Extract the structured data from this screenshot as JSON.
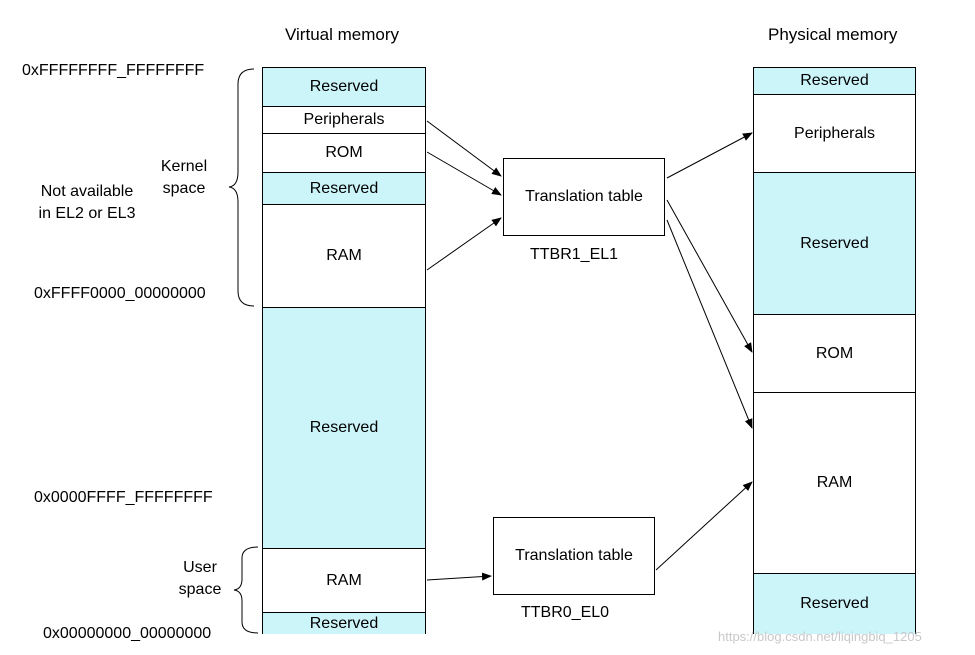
{
  "titles": {
    "virtual": "Virtual memory",
    "physical": "Physical memory"
  },
  "addresses": {
    "top": "0xFFFFFFFF_FFFFFFFF",
    "kernel_base": "0xFFFF0000_00000000",
    "user_top": "0x0000FFFF_FFFFFFFF",
    "bottom": "0x00000000_00000000"
  },
  "labels": {
    "not_available_line1": "Not available",
    "not_available_line2": "in EL2 or EL3",
    "kernel_line1": "Kernel",
    "kernel_line2": "space",
    "user_line1": "User",
    "user_line2": "space"
  },
  "virtual_segments": [
    "Reserved",
    "Peripherals",
    "ROM",
    "Reserved",
    "RAM",
    "Reserved",
    "RAM",
    "Reserved"
  ],
  "physical_segments": [
    "Reserved",
    "Peripherals",
    "Reserved",
    "ROM",
    "RAM",
    "Reserved"
  ],
  "translation_tables": {
    "kernel": {
      "label": "Translation table",
      "register": "TTBR1_EL1"
    },
    "user": {
      "label": "Translation table",
      "register": "TTBR0_EL0"
    }
  },
  "watermark": "https://blog.csdn.net/liqingbiq_1205",
  "colors": {
    "reserved_fill": "#ccf5fa",
    "line": "#000000"
  }
}
